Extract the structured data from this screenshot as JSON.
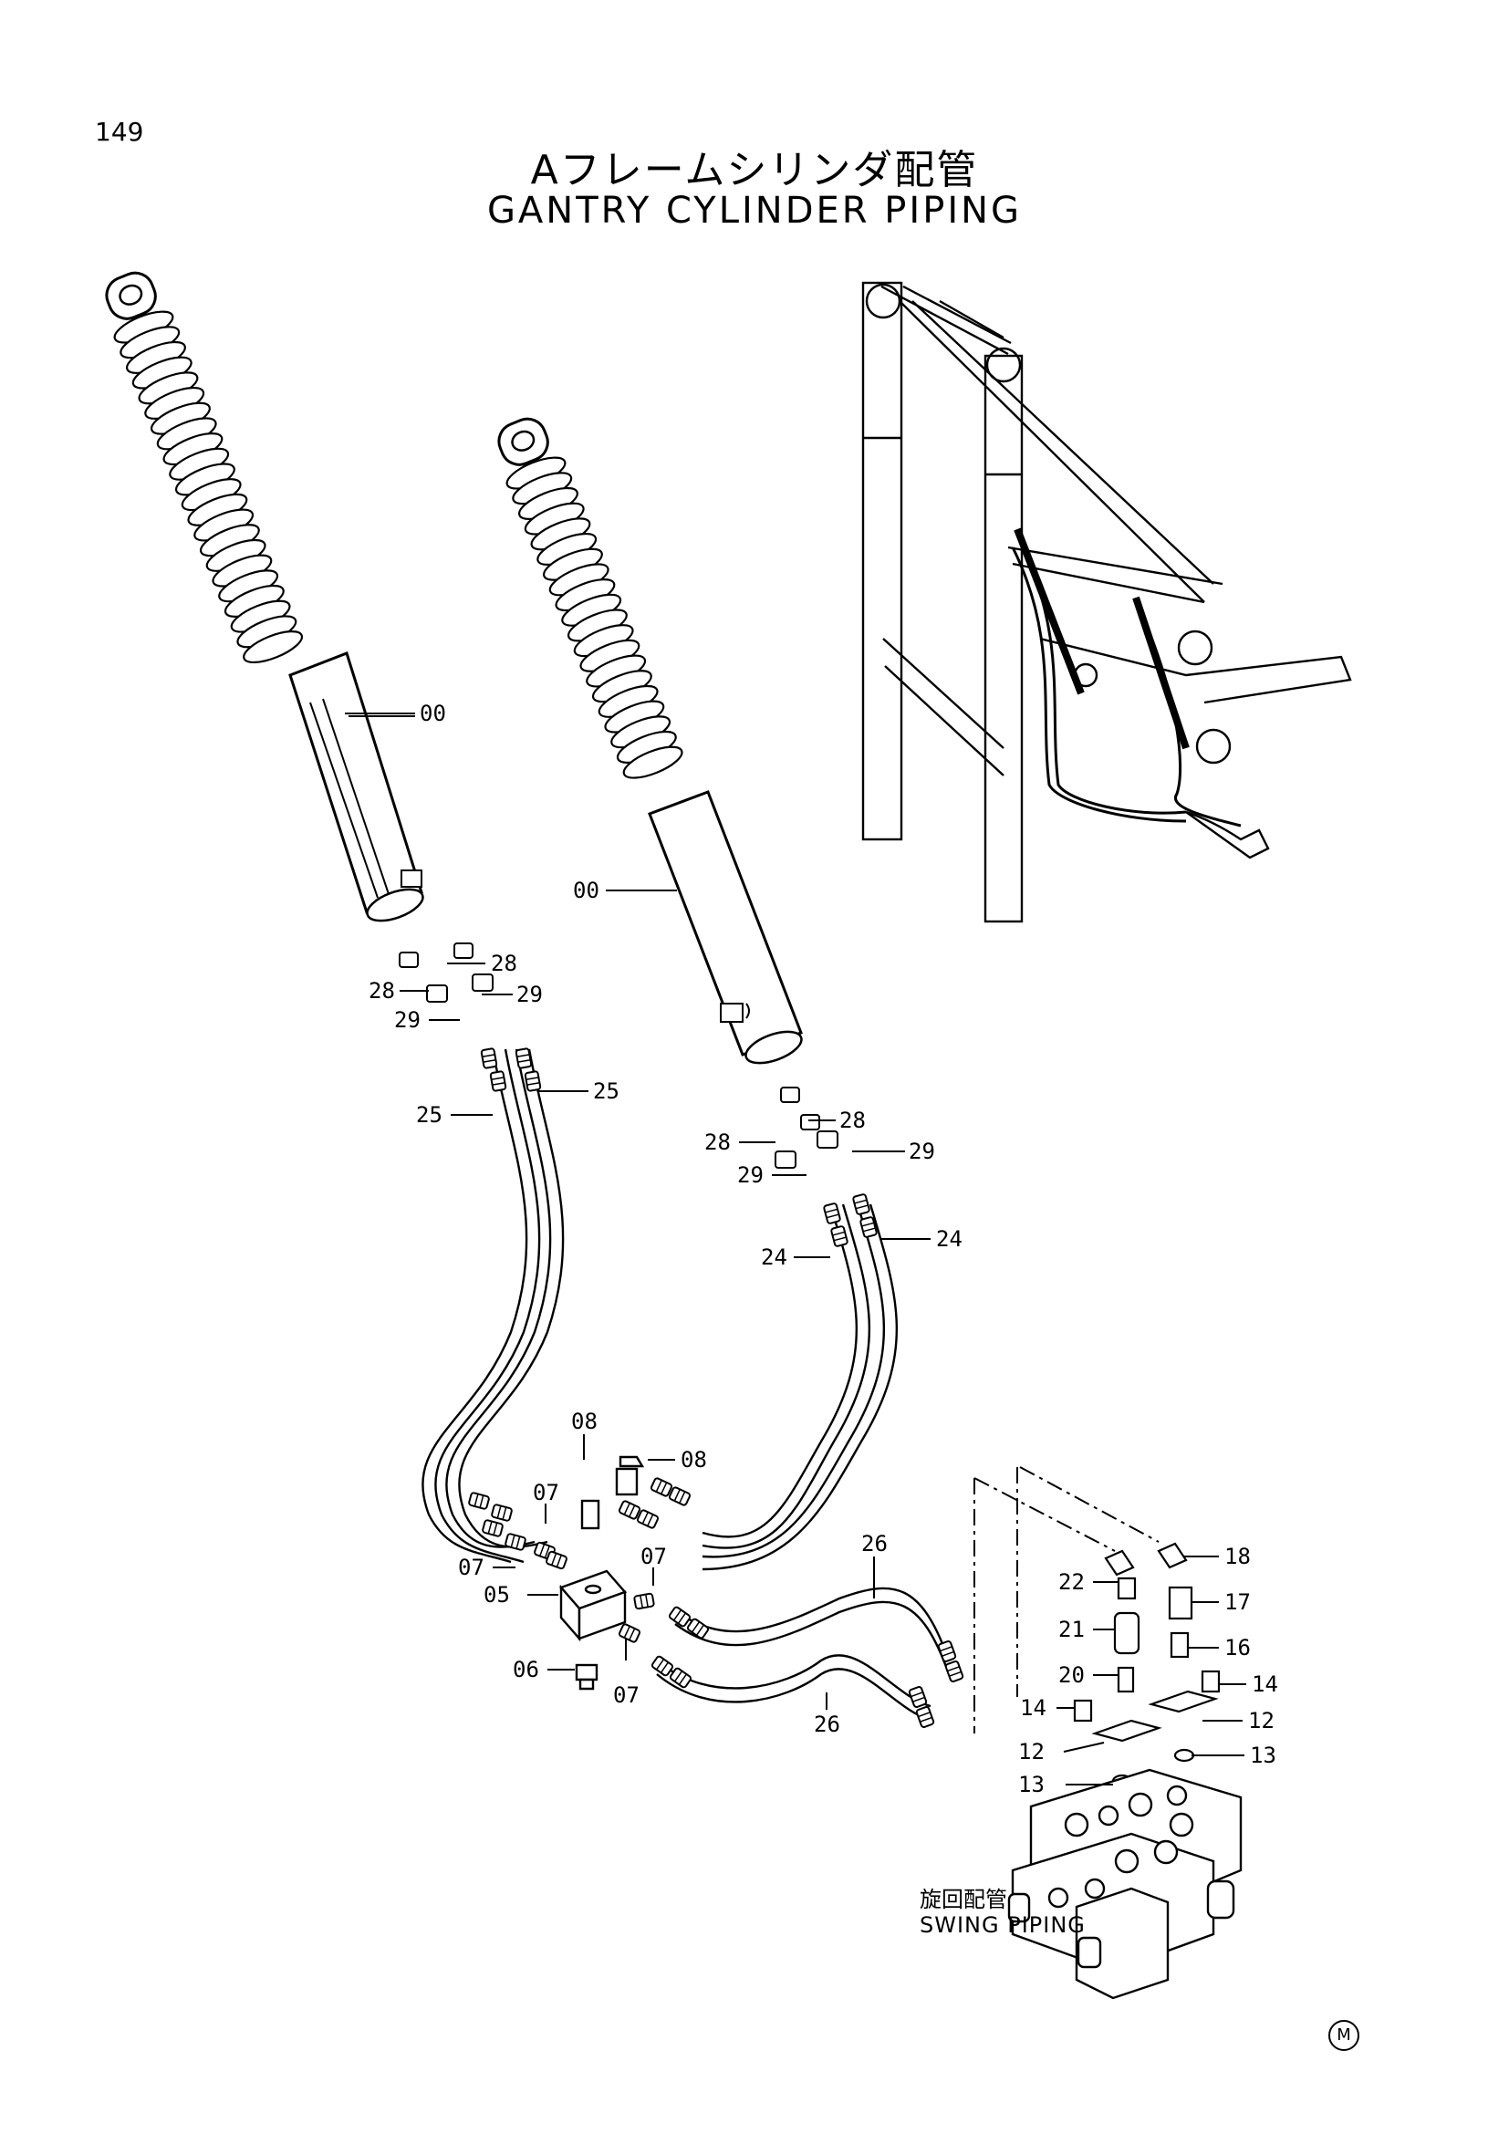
{
  "page_number": "149",
  "title_jp": "Aフレームシリンダ配管",
  "title_en": "GANTRY CYLINDER PIPING",
  "swing_caption_jp": "旋回配管",
  "swing_caption_en": "SWING PIPING",
  "corner_mark": "M",
  "callouts": {
    "c00a": "00",
    "c00b": "00",
    "c28a": "28",
    "c28b": "28",
    "c28c": "28",
    "c28d": "28",
    "c29a": "29",
    "c29b": "29",
    "c29c": "29",
    "c29d": "29",
    "c25a": "25",
    "c25b": "25",
    "c24a": "24",
    "c24b": "24",
    "c08a": "08",
    "c08b": "08",
    "c07a": "07",
    "c07b": "07",
    "c07c": "07",
    "c07d": "07",
    "c05": "05",
    "c06": "06",
    "c26a": "26",
    "c26b": "26",
    "c22": "22",
    "c21": "21",
    "c20": "20",
    "c18": "18",
    "c17": "17",
    "c16": "16",
    "c14a": "14",
    "c14b": "14",
    "c12a": "12",
    "c12b": "12",
    "c13a": "13",
    "c13b": "13"
  }
}
